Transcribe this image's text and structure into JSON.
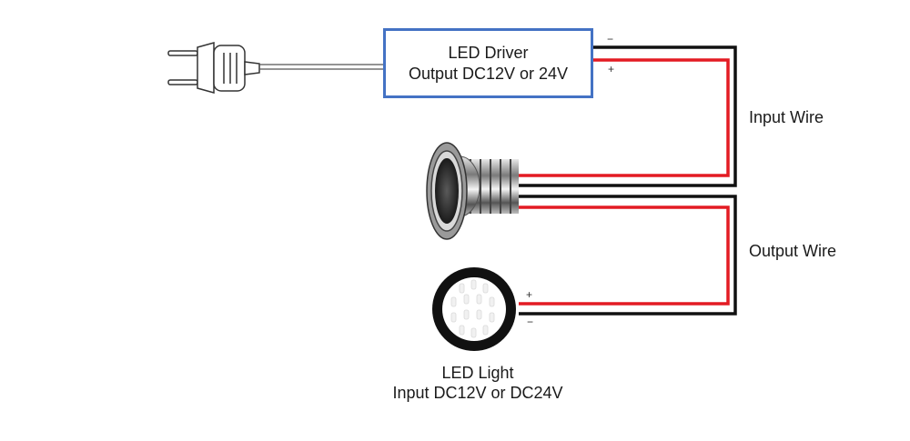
{
  "driver": {
    "title": "LED Driver",
    "subtitle": "Output DC12V or 24V",
    "neg_symbol": "−",
    "pos_symbol": "+"
  },
  "wires": {
    "input_label": "Input Wire",
    "output_label": "Output Wire"
  },
  "light": {
    "title": "LED Light",
    "subtitle": "Input DC12V or DC24V",
    "pos_symbol": "+",
    "neg_symbol": "−"
  },
  "colors": {
    "positive_wire": "#e31b23",
    "negative_wire": "#111111",
    "driver_border": "#4472c4"
  }
}
